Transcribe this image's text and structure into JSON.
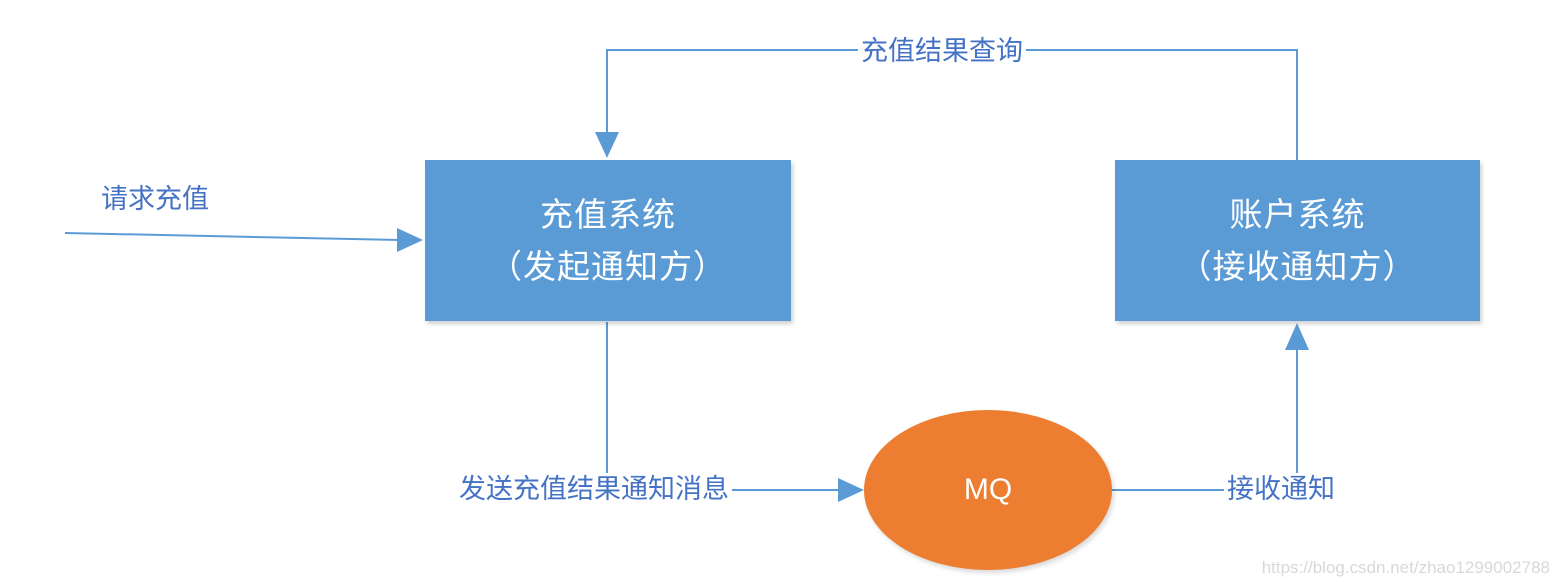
{
  "diagram": {
    "nodes": {
      "recharge_system": {
        "line1": "充值系统",
        "line2": "（发起通知方）",
        "color": "#5b9bd5"
      },
      "account_system": {
        "line1": "账户系统",
        "line2": "（接收通知方）",
        "color": "#5b9bd5"
      },
      "mq": {
        "label": "MQ",
        "color": "#ed7d31"
      }
    },
    "edges": {
      "request": "请求充值",
      "result_query": "充值结果查询",
      "send_message": "发送充值结果通知消息",
      "receive_notice": "接收通知"
    },
    "edge_color": "#5b9bd5",
    "label_color": "#4472c4"
  },
  "watermark": "https://blog.csdn.net/zhao1299002788"
}
